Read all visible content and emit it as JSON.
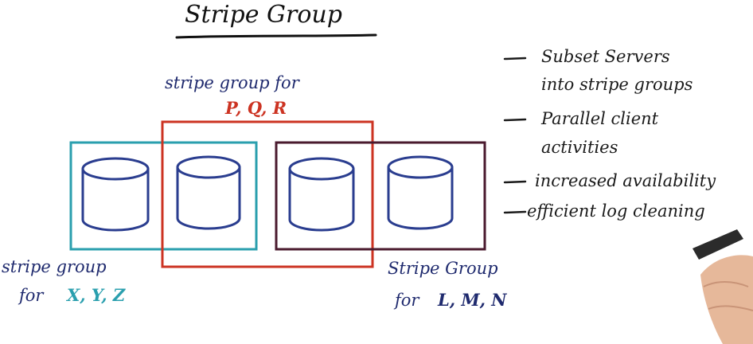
{
  "title": "Stripe Group",
  "bullets": [
    {
      "lines": [
        "Subset Servers",
        "into stripe groups"
      ]
    },
    {
      "lines": [
        "Parallel client",
        "activities"
      ]
    },
    {
      "lines": [
        "increased availability"
      ]
    },
    {
      "lines": [
        "efficient log cleaning"
      ]
    }
  ],
  "groups": {
    "pqr": {
      "label": "stripe group for",
      "members": "P, Q, R",
      "color": "#cc3322"
    },
    "xyz": {
      "label": "stripe group",
      "prefix": "for",
      "members": "X, Y, Z",
      "color": "#2a9fae"
    },
    "lmn": {
      "label": "Stripe Group",
      "prefix": "for",
      "members": "L, M, N",
      "color": "#4a1a2e"
    }
  },
  "colors": {
    "ink": "#1a1a1a",
    "label_ink": "#1f2a6e",
    "disk": "#2a3d8f"
  },
  "icons": [
    "disk-icon",
    "hand-with-marker"
  ]
}
